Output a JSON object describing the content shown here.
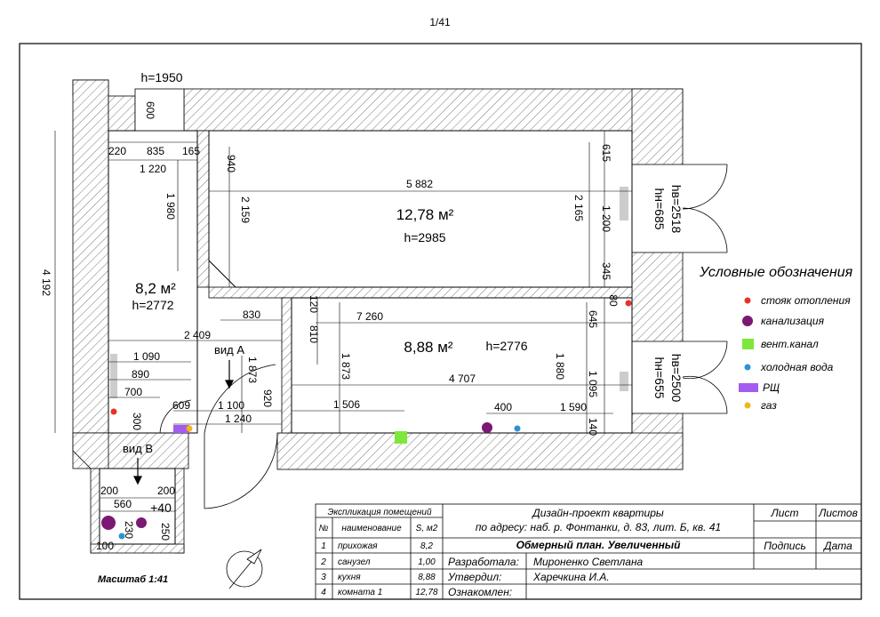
{
  "page_number": "1/41",
  "rooms": [
    {
      "area": "12,78 м²",
      "height": "h=2985"
    },
    {
      "area": "8,2 м²",
      "height": "h=2772"
    },
    {
      "area": "8,88 м²",
      "height": "h=2776"
    }
  ],
  "doors": {
    "top": "h=1950",
    "window1_top": "hв=2518",
    "window1_bottom": "hн=685",
    "window2_top": "hв=2500",
    "window2_bottom": "hн=655"
  },
  "view_labels": [
    "вид А",
    "вид В"
  ],
  "dimensions": {
    "d600": "600",
    "d220": "220",
    "d835": "835",
    "d165": "165",
    "d1220": "1 220",
    "d1980": "1 980",
    "d940": "940",
    "d2159": "2 159",
    "d5882": "5 882",
    "d2165": "2 165",
    "d615": "615",
    "d1200": "1 200",
    "d345": "345",
    "d80": "80",
    "d4192": "4 192",
    "d830": "830",
    "d120": "120",
    "d810": "810",
    "d7260": "7 260",
    "d645": "645",
    "d2409": "2 409",
    "d1090": "1 090",
    "d890": "890",
    "d700": "700",
    "d1873a": "1 873",
    "d1873b": "1 873",
    "d920": "920",
    "d609": "609",
    "d1100": "1 100",
    "d1240": "1 240",
    "d300": "300",
    "d4707": "4 707",
    "d1880": "1 880",
    "d1095": "1 095",
    "d1506": "1 506",
    "d400": "400",
    "d1590": "1 590",
    "d140": "140",
    "d200a": "200",
    "d200b": "200",
    "d560": "560",
    "dplus40": "+40",
    "d230": "230",
    "d250": "250",
    "d100": "100"
  },
  "scale": "Масштаб 1:41",
  "legend": {
    "title": "Условные обозначения",
    "items": [
      {
        "label": "стояк отопления",
        "color": "#e8312a",
        "shape": "dot-small"
      },
      {
        "label": "канализация",
        "color": "#7a1873",
        "shape": "dot-large"
      },
      {
        "label": "вент.канал",
        "color": "#7ee83a",
        "shape": "square"
      },
      {
        "label": "холодная вода",
        "color": "#2a93d6",
        "shape": "dot-small"
      },
      {
        "label": "РЩ",
        "color": "#a45cf0",
        "shape": "rect"
      },
      {
        "label": "газ",
        "color": "#f2b51b",
        "shape": "dot-small"
      }
    ]
  },
  "explication": {
    "title": "Экспликация помещений",
    "headers": [
      "№",
      "наименование",
      "S, м2"
    ],
    "rows": [
      [
        "1",
        "прихожая",
        "8,2"
      ],
      [
        "2",
        "санузел",
        "1,00"
      ],
      [
        "3",
        "кухня",
        "8,88"
      ],
      [
        "4",
        "комната 1",
        "12,78"
      ]
    ]
  },
  "title_block": {
    "project": "Дизайн-проект квартиры",
    "address": "по адресу: наб. р. Фонтанки, д. 83, лит. Б, кв. 41",
    "sheet_title": "Обмерный план. Увеличенный",
    "sheet_label": "Лист",
    "sheets_label": "Листов",
    "signature_label": "Подпись",
    "date_label": "Дата",
    "developed_label": "Разработала:",
    "developed_name": "Мироненко Светлана",
    "approved_label": "Утвердил:",
    "approved_name": "Харечкина И.А.",
    "reviewed_label": "Ознакомлен:"
  }
}
